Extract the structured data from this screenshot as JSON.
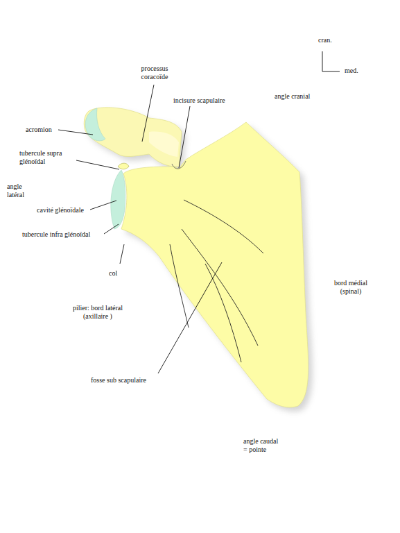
{
  "diagram": {
    "labels": [
      "cran.",
      "med.",
      "processus coracoïde",
      "incisure scapulaire",
      "angle cranial",
      "acromion",
      "tubercule supra glénoïdal",
      "angle latéral",
      "cavité glénoïdale",
      "tubercule infra glénoïdal",
      "col",
      "pilier: bord latéral (axillaire )",
      "bord médial (spinal)",
      "fosse sub scapulaire",
      "angle caudal = pointe"
    ]
  }
}
